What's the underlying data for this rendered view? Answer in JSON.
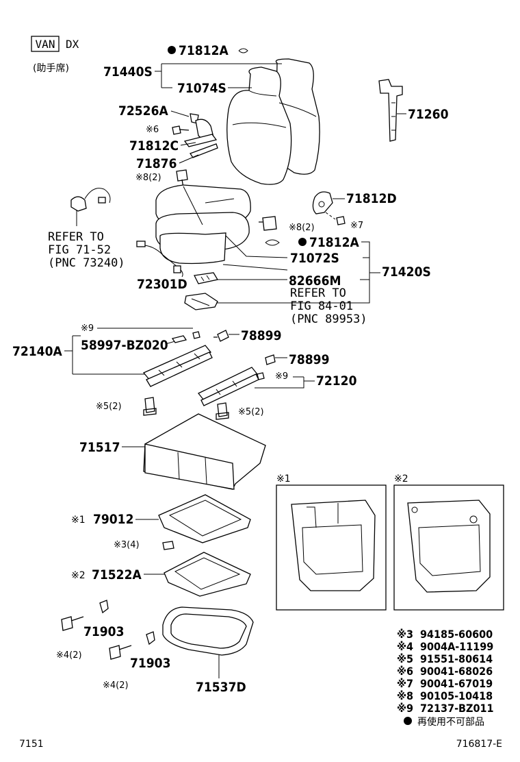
{
  "header": {
    "van_badge": "VAN",
    "grade": "DX",
    "position_note": "(助手席)"
  },
  "parts": {
    "p71812A_top": "71812A",
    "p71440S": "71440S",
    "p71074S": "71074S",
    "p72526A": "72526A",
    "p71812C": "71812C",
    "p71876": "71876",
    "p71260": "71260",
    "p71812D": "71812D",
    "p71812A_mid": "71812A",
    "p71072S": "71072S",
    "p71420S": "71420S",
    "p72301D": "72301D",
    "p82666M": "82666M",
    "p78899_a": "78899",
    "p78899_b": "78899",
    "p72140A": "72140A",
    "p58997": "58997-BZ020",
    "p72120": "72120",
    "p71517": "71517",
    "p79012": "79012",
    "p71522A": "71522A",
    "p71903_a": "71903",
    "p71903_b": "71903",
    "p71537D": "71537D"
  },
  "notes": {
    "n6": "※6",
    "n8_2_a": "※8(2)",
    "n8_2_b": "※8(2)",
    "n7": "※7",
    "n9_a": "※9",
    "n9_b": "※9",
    "n5_2_a": "※5(2)",
    "n5_2_b": "※5(2)",
    "n1": "※1",
    "n3_4": "※3(4)",
    "n2": "※2",
    "n4_2_a": "※4(2)",
    "n4_2_b": "※4(2)"
  },
  "refers": {
    "ref1_l1": "REFER TO",
    "ref1_l2": "FIG 71-52",
    "ref1_l3": "(PNC 73240)",
    "ref2_l1": "REFER TO",
    "ref2_l2": "FIG 84-01",
    "ref2_l3": "(PNC 89953)"
  },
  "insets": {
    "inset1_label": "※1",
    "inset2_label": "※2"
  },
  "legend": [
    {
      "mark": "※3",
      "code": "94185-60600"
    },
    {
      "mark": "※4",
      "code": "9004A-11199"
    },
    {
      "mark": "※5",
      "code": "91551-80614"
    },
    {
      "mark": "※6",
      "code": "90041-68026"
    },
    {
      "mark": "※7",
      "code": "90041-67019"
    },
    {
      "mark": "※8",
      "code": "90105-10418"
    },
    {
      "mark": "※9",
      "code": "72137-BZ011"
    }
  ],
  "footnote": "再使用不可部品",
  "footer": {
    "fig_no": "7151",
    "illus_no": "716817-E"
  }
}
